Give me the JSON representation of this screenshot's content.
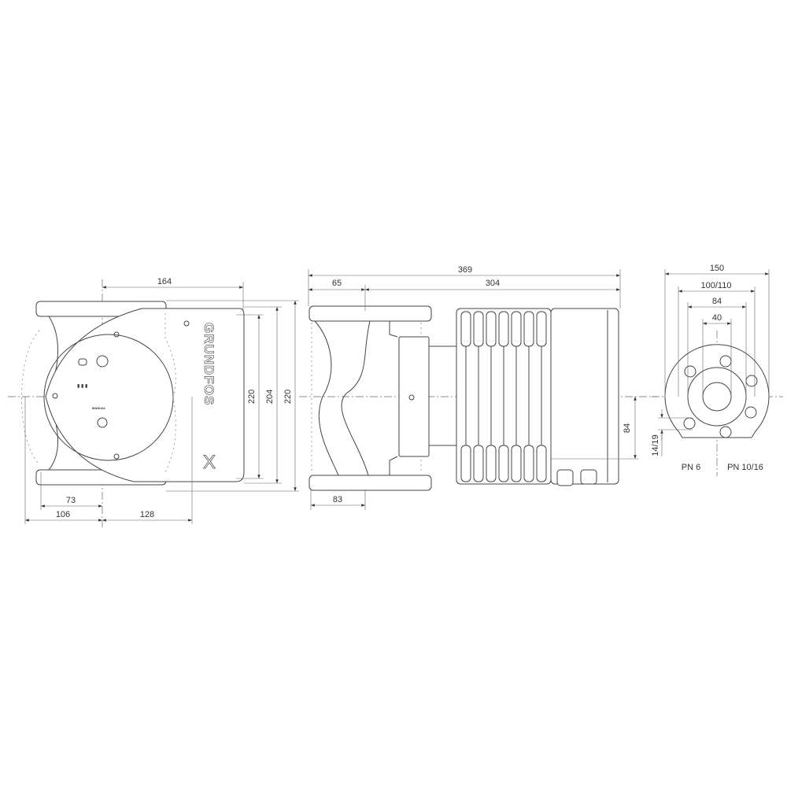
{
  "front_view": {
    "brand": "GRUNDFOS",
    "panel_label": "MANUAL",
    "dimensions": {
      "width_right": "164",
      "height_inner": "220",
      "height_mid": "204",
      "height_outer": "220",
      "left_73": "73",
      "left_106": "106",
      "right_128": "128"
    }
  },
  "side_view": {
    "dimensions": {
      "overall": "369",
      "motor": "304",
      "flange_offset": "65",
      "port_83": "83",
      "axis_offset": "84"
    }
  },
  "flange_view": {
    "dimensions": {
      "outer": "150",
      "bolt_circle": "100/110",
      "raised_face": "84",
      "bore": "40",
      "hole": "14/19"
    },
    "labels": {
      "left": "PN 6",
      "right": "PN 10/16"
    }
  }
}
